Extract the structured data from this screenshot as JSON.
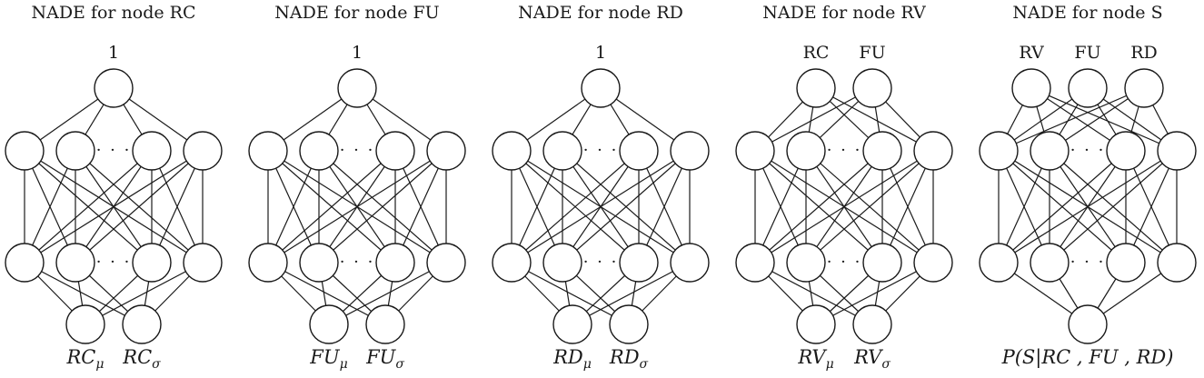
{
  "panels": [
    {
      "title": "NADE for node RC",
      "inputs": [
        "1"
      ],
      "hidden_dots": "· · ·",
      "outputs": [
        {
          "base": "RC",
          "sub": "μ"
        },
        {
          "base": "RC",
          "sub": "σ"
        }
      ],
      "output_expression": ""
    },
    {
      "title": "NADE for node FU",
      "inputs": [
        "1"
      ],
      "hidden_dots": "· · ·",
      "outputs": [
        {
          "base": "FU",
          "sub": "μ"
        },
        {
          "base": "FU",
          "sub": "σ"
        }
      ],
      "output_expression": ""
    },
    {
      "title": "NADE for node RD",
      "inputs": [
        "1"
      ],
      "hidden_dots": "· · ·",
      "outputs": [
        {
          "base": "RD",
          "sub": "μ"
        },
        {
          "base": "RD",
          "sub": "σ"
        }
      ],
      "output_expression": ""
    },
    {
      "title": "NADE for node RV",
      "inputs": [
        "RC",
        "FU"
      ],
      "hidden_dots": "· · ·",
      "outputs": [
        {
          "base": "RV",
          "sub": "μ"
        },
        {
          "base": "RV",
          "sub": "σ"
        }
      ],
      "output_expression": ""
    },
    {
      "title": "NADE for node S",
      "inputs": [
        "RV",
        "FU",
        "RD"
      ],
      "hidden_dots": "· · ·",
      "outputs": [
        {
          "base": "",
          "sub": ""
        }
      ],
      "output_expression": "P(S|RC , FU , RD)"
    }
  ]
}
